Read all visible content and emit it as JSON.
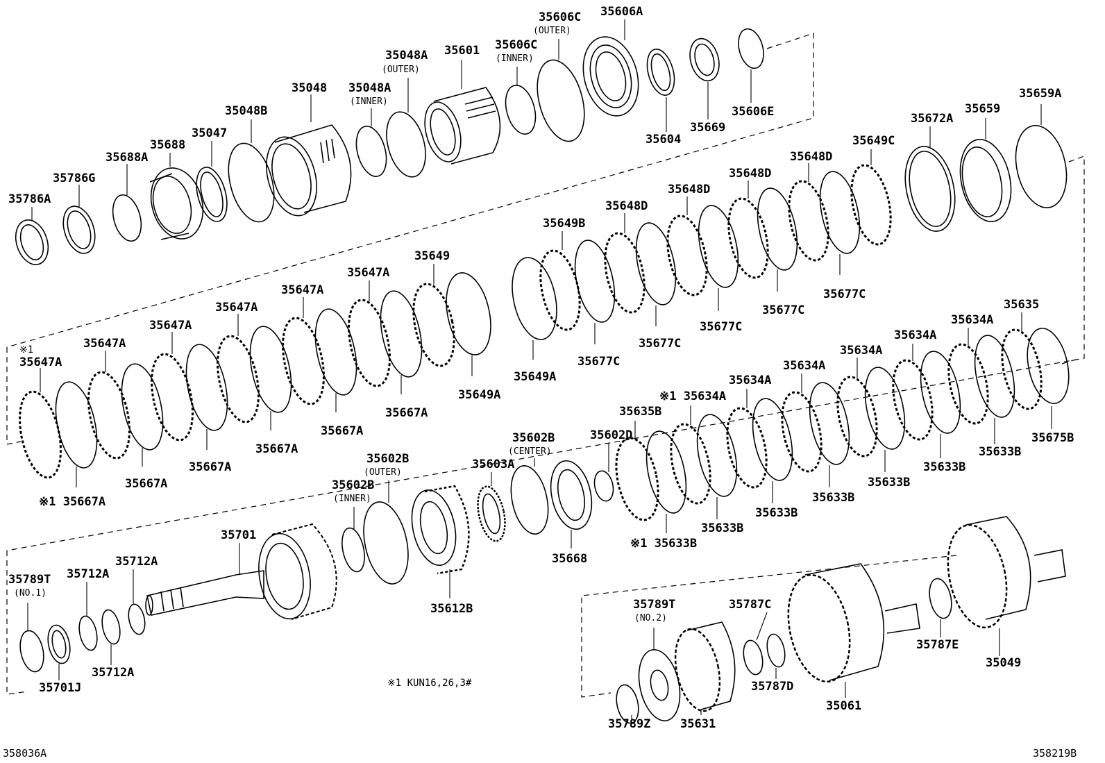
{
  "labels": {
    "p35786A": "35786A",
    "p35786G": "35786G",
    "p35688A": "35688A",
    "p35688": "35688",
    "p35047": "35047",
    "p35048B": "35048B",
    "p35048": "35048",
    "p35048A_in": "35048A",
    "q35048A_in": "(INNER)",
    "p35048A_out": "35048A",
    "q35048A_out": "(OUTER)",
    "p35601": "35601",
    "p35606C_in": "35606C",
    "q35606C_in": "(INNER)",
    "p35606C_out": "35606C",
    "q35606C_out": "(OUTER)",
    "p35606A": "35606A",
    "p35604": "35604",
    "p35669": "35669",
    "p35606E": "35606E",
    "p35672A": "35672A",
    "p35659": "35659",
    "p35659A": "35659A",
    "p35649C": "35649C",
    "p35648D_4": "35648D",
    "p35648D_3": "35648D",
    "p35648D_2": "35648D",
    "p35648D_1": "35648D",
    "p35649B": "35649B",
    "p35677C_5": "35677C",
    "p35677C_4": "35677C",
    "p35677C_3": "35677C",
    "p35677C_2": "35677C",
    "p35677C_1": "35677C",
    "p35649A": "35649A",
    "note_35647A_1": "※1",
    "p35647A_1": "35647A",
    "p35647A_2": "35647A",
    "p35647A_3": "35647A",
    "p35647A_4": "35647A",
    "p35647A_5": "35647A",
    "p35647A_6": "35647A",
    "p35649": "35649",
    "p35649A_r2": "35649A",
    "p35667A_1": "※1 35667A",
    "p35667A_2": "35667A",
    "p35667A_3": "35667A",
    "p35667A_4": "35667A",
    "p35667A_5": "35667A",
    "p35667A_6": "35667A",
    "p35635": "35635",
    "p35634A_1": "※1 35634A",
    "p35634A_2": "35634A",
    "p35634A_3": "35634A",
    "p35634A_4": "35634A",
    "p35634A_5": "35634A",
    "p35634A_6": "35634A",
    "p35635B": "35635B",
    "p35602D": "35602D",
    "p35602B_c": "35602B",
    "q35602B_c": "(CENTER)",
    "p35603A": "35603A",
    "p35602B_o": "35602B",
    "q35602B_o": "(OUTER)",
    "p35602B_i": "35602B",
    "q35602B_i": "(INNER)",
    "p35675B": "35675B",
    "p35633B_1": "※1 35633B",
    "p35633B_2": "35633B",
    "p35633B_3": "35633B",
    "p35633B_4": "35633B",
    "p35633B_5": "35633B",
    "p35633B_6": "35633B",
    "p35633B_7": "35633B",
    "p35668": "35668",
    "p35612B": "35612B",
    "p35701": "35701",
    "p35789T_1": "35789T",
    "q35789T_1": "(NO.1)",
    "p35712A_1": "35712A",
    "p35712A_2": "35712A",
    "p35712A_3": "35712A",
    "p35701J": "35701J",
    "p35789T_2": "35789T",
    "q35789T_2": "(NO.2)",
    "p35787C": "35787C",
    "p35787D": "35787D",
    "p35787E": "35787E",
    "p35049": "35049",
    "p35061": "35061",
    "p35631": "35631",
    "p35789Z": "35789Z"
  },
  "footnote": "※1   KUN16,26,3#",
  "code_left": "358036A",
  "code_right": "358219B"
}
